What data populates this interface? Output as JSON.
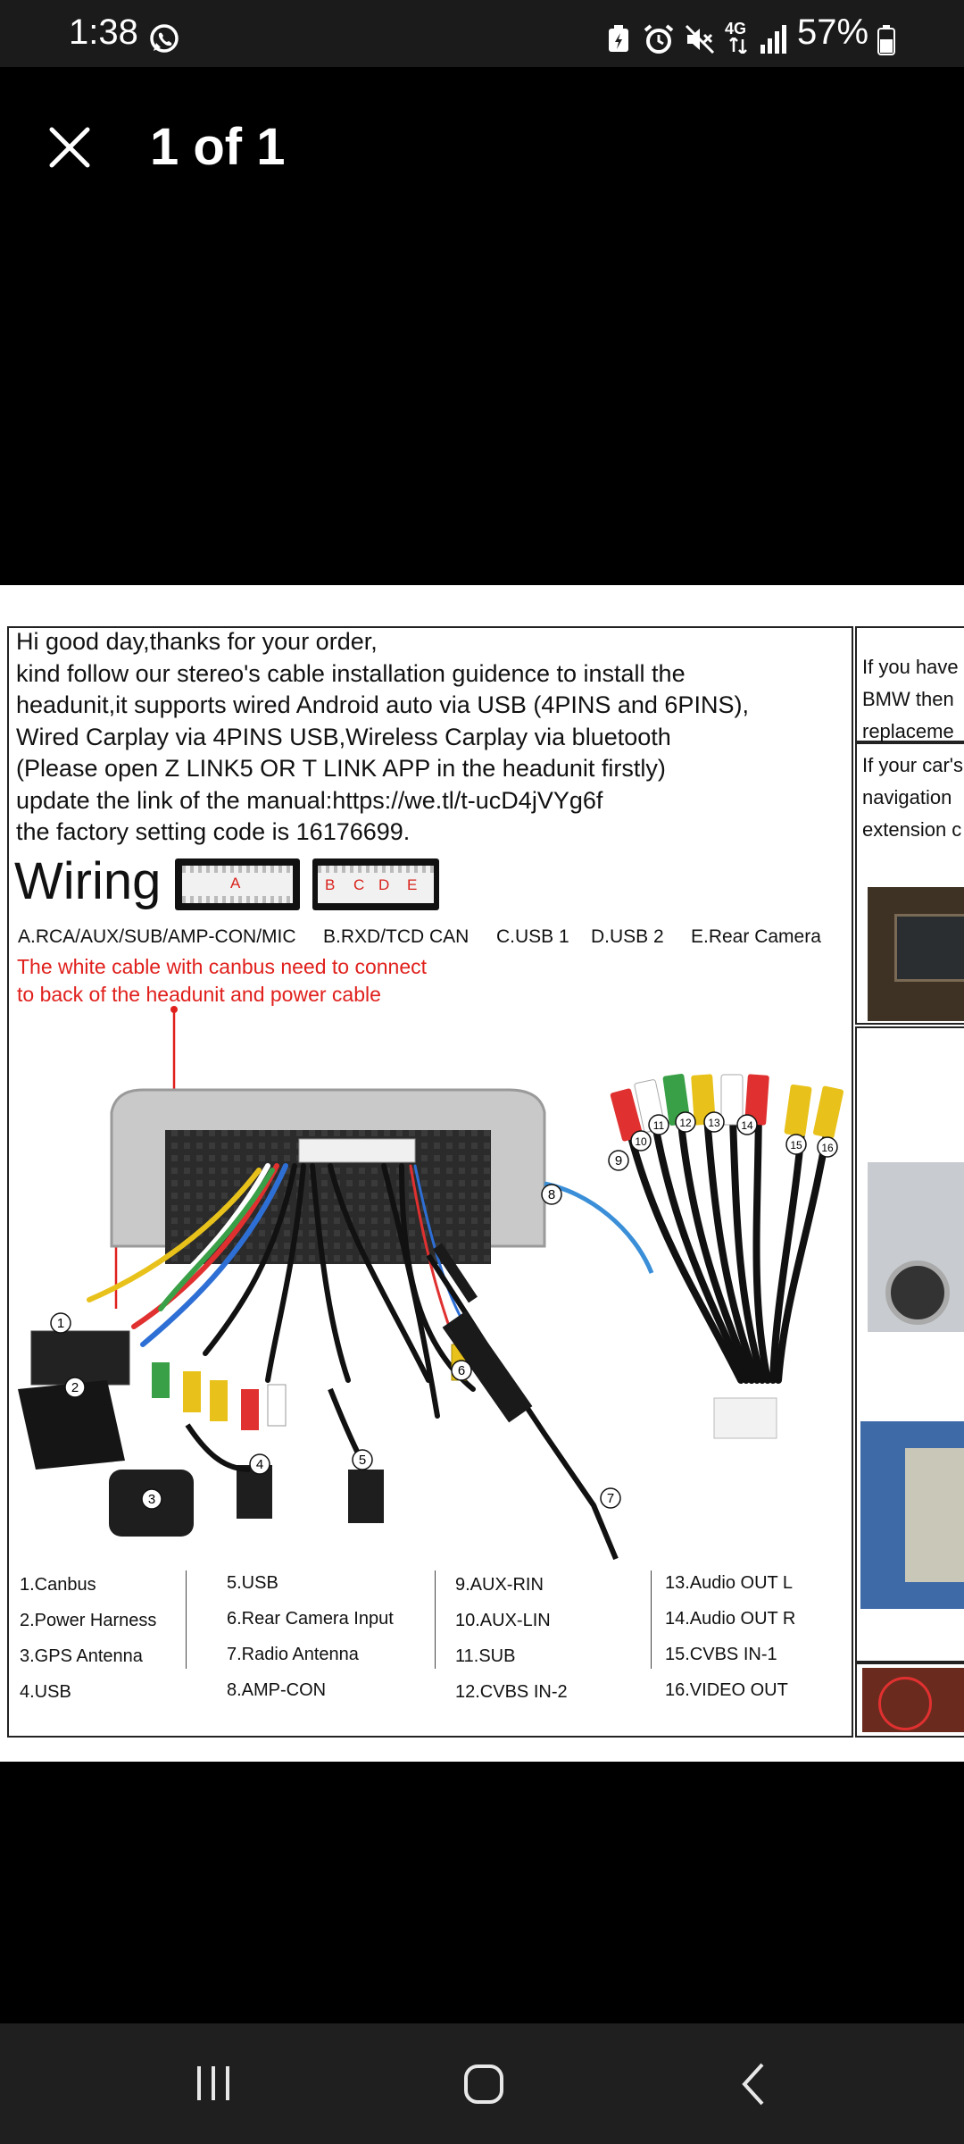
{
  "status_bar": {
    "time": "1:38",
    "network": "4G",
    "battery_percent": "57%"
  },
  "viewer": {
    "counter": "1 of 1",
    "close_icon": "close-icon"
  },
  "image": {
    "intro_lines": [
      "Hi good day,thanks for your order,",
      "kind follow our stereo's cable installation guidence to install the",
      "headunit,it supports wired Android auto via USB (4PINS and 6PINS),",
      "Wired Carplay via 4PINS USB,Wireless Carplay via bluetooth",
      "(Please open Z LINK5 OR T LINK APP in the headunit firstly)",
      "update the link of the manual:https://we.tl/t-ucD4jVYg6f",
      "the factory setting code is 16176699."
    ],
    "wiring_title": "Wiring",
    "connector_a": "A",
    "connector_bcde": [
      "B",
      "C",
      "D",
      "E"
    ],
    "ports_line": [
      "A.RCA/AUX/SUB/AMP-CON/MIC",
      "B.RXD/TCD CAN",
      "C.USB 1",
      "D.USB 2",
      "E.Rear Camera"
    ],
    "note_lines": [
      "The white cable with canbus need to connect",
      "to back of the headunit and power cable"
    ],
    "callouts": [
      "1",
      "2",
      "3",
      "4",
      "5",
      "6",
      "7",
      "8",
      "9",
      "10",
      "11",
      "12",
      "13",
      "14",
      "15",
      "16"
    ],
    "legend": [
      [
        "1.Canbus",
        "2.Power Harness",
        "3.GPS Antenna",
        "4.USB"
      ],
      [
        "5.USB",
        "6.Rear Camera Input",
        "7.Radio Antenna",
        "8.AMP-CON"
      ],
      [
        "9.AUX-RIN",
        "10.AUX-LIN",
        "11.SUB",
        "12.CVBS IN-2"
      ],
      [
        "13.Audio OUT L",
        "14.Audio OUT R",
        "15.CVBS IN-1",
        "16.VIDEO OUT"
      ]
    ],
    "side_panel_1": [
      "If you have",
      "BMW then",
      "replaceme"
    ],
    "side_panel_2": [
      "If your car's",
      "navigation",
      "extension c"
    ]
  },
  "colors": {
    "status_bar_bg": "#1b1b1b",
    "nav_bar_bg": "#1f1f1f",
    "note_red": "#e0201c",
    "connector_label_red": "#d9231d"
  }
}
